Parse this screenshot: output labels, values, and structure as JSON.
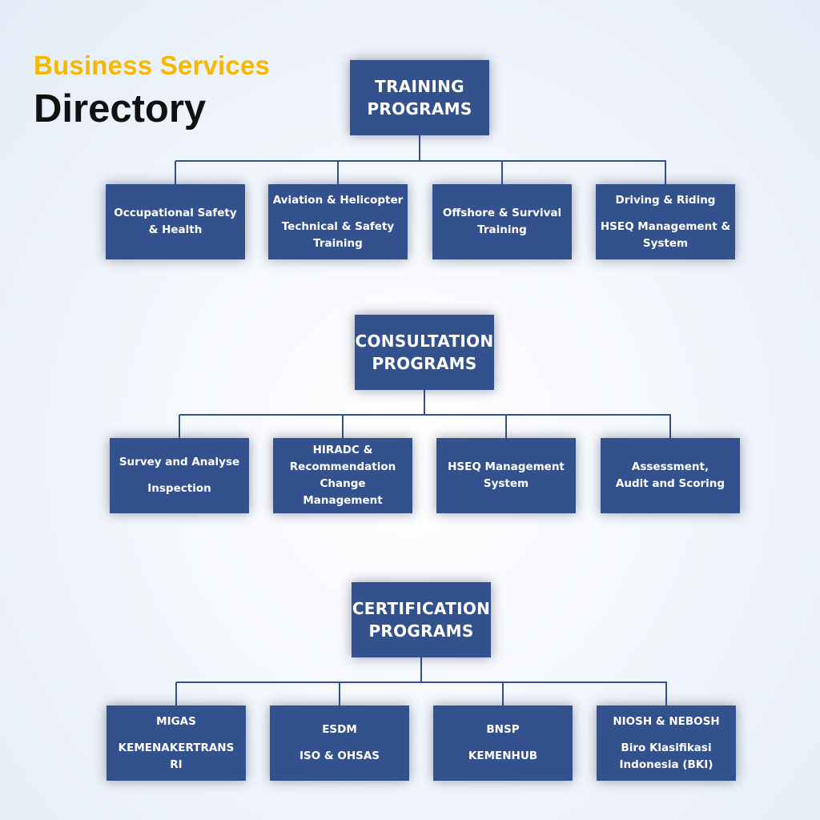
{
  "heading": {
    "subtitle": "Business Services",
    "title": "Directory"
  },
  "colors": {
    "accent": "#f5b800",
    "box_fill": "#33518c",
    "title": "#111111",
    "box_text": "#ffffff"
  },
  "sections": [
    {
      "header": [
        "TRAINING",
        "PROGRAMS"
      ],
      "children": [
        {
          "lines1": [
            "Occupational Safety",
            "& Health"
          ],
          "lines2": []
        },
        {
          "lines1": [
            "Aviation & Helicopter"
          ],
          "lines2": [
            "Technical & Safety",
            "Training"
          ]
        },
        {
          "lines1": [
            "Offshore & Survival",
            "Training"
          ],
          "lines2": []
        },
        {
          "lines1": [
            "Driving & Riding"
          ],
          "lines2": [
            "HSEQ Management &",
            "System"
          ]
        }
      ]
    },
    {
      "header": [
        "CONSULTATION",
        "PROGRAMS"
      ],
      "children": [
        {
          "lines1": [
            "Survey and Analyse"
          ],
          "lines2": [
            "Inspection"
          ]
        },
        {
          "lines1": [
            "HIRADC &",
            "Recommendation",
            "Change",
            "Management"
          ],
          "lines2": []
        },
        {
          "lines1": [
            "HSEQ Management",
            "System"
          ],
          "lines2": []
        },
        {
          "lines1": [
            "Assessment,",
            "Audit and Scoring"
          ],
          "lines2": []
        }
      ]
    },
    {
      "header": [
        "CERTIFICATION",
        "PROGRAMS"
      ],
      "children": [
        {
          "lines1": [
            "MIGAS"
          ],
          "lines2": [
            "KEMENAKERTRANS",
            "RI"
          ]
        },
        {
          "lines1": [
            "ESDM"
          ],
          "lines2": [
            "ISO & OHSAS"
          ]
        },
        {
          "lines1": [
            "BNSP"
          ],
          "lines2": [
            "KEMENHUB"
          ]
        },
        {
          "lines1": [
            "NIOSH & NEBOSH"
          ],
          "lines2": [
            "Biro Klasifikasi",
            "Indonesia (BKI)"
          ]
        }
      ]
    }
  ]
}
